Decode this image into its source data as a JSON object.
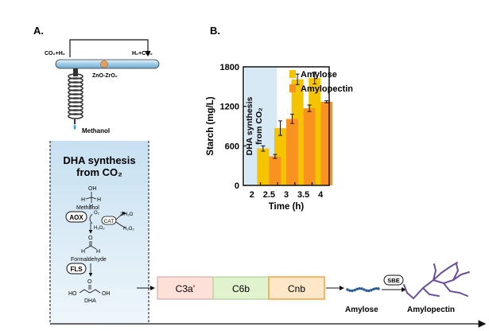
{
  "panel_a": {
    "label": "A.",
    "left_gas": "CO₂+H₂",
    "right_gas": "H₂+CO₂",
    "catalyst": "ZnO-ZrO₂",
    "methanol_out": "Methanol",
    "dha_title_1": "DHA synthesis",
    "dha_title_2": "from CO₂",
    "mol_oh": "OH",
    "mol_h_left": "H",
    "mol_h_right": "H",
    "mol_h_bottom": "H",
    "methanol_label": "Methanol",
    "aox": "AOX",
    "cat": "CAT",
    "o2": "O₂",
    "h2o2_left": "H₂O₂",
    "h2o2_right": "H₂O₂",
    "two_h2o": "2 H₂O",
    "ald_o": "O",
    "ald_h_left": "H",
    "ald_h_right": "H",
    "formaldehyde_label": "Formaldehyde",
    "fls": "FLS",
    "dha_o": "O",
    "dha_ho": "HO",
    "dha_oh": "OH",
    "dha_label": "DHA",
    "enzymes": [
      "C3a’",
      "C6b",
      "Cnb"
    ],
    "amylose": "Amylose",
    "sbe": "SBE",
    "amylopectin": "Amylopectin"
  },
  "panel_b": {
    "label": "B.",
    "inset_line1": "DHA synthesis",
    "inset_line2": "from CO₂"
  },
  "colors": {
    "amylose": "#f5c400",
    "amylopectin": "#f7931e",
    "panel_blue": "#d6e9f5",
    "c3a": "#fde0d8",
    "c6b": "#e1f2cf",
    "cnb": "#fde7c8"
  },
  "chart_data": {
    "type": "bar",
    "xlabel": "Time (h)",
    "ylabel": "Starch (mg/L)",
    "categories": [
      "2",
      "2.5",
      "3",
      "3.5",
      "4"
    ],
    "ylim": [
      0,
      1800
    ],
    "yticks": [
      0,
      600,
      1200,
      1800
    ],
    "series": [
      {
        "name": "Amylose",
        "color": "#f5c400",
        "values": [
          null,
          560,
          870,
          1610,
          1630
        ],
        "errors": [
          null,
          40,
          110,
          80,
          90
        ]
      },
      {
        "name": "Amylopectin",
        "color": "#f7931e",
        "values": [
          null,
          440,
          1010,
          1170,
          1270
        ],
        "errors": [
          null,
          30,
          70,
          50,
          15
        ]
      }
    ],
    "legend": "top-right",
    "grid": false
  }
}
